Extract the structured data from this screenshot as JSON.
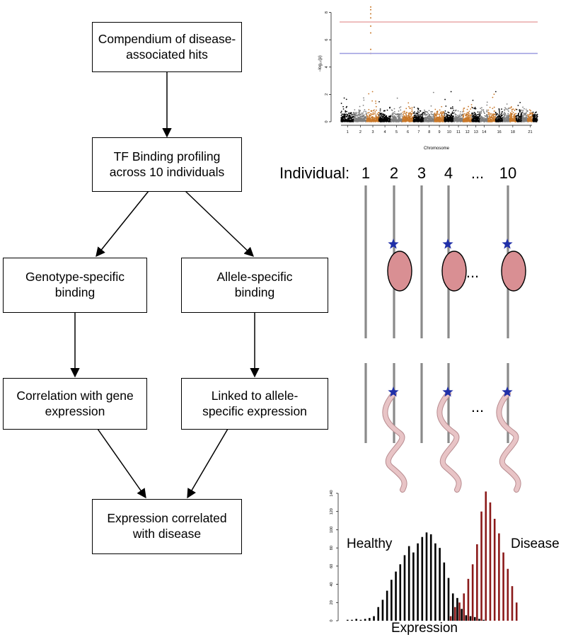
{
  "flowchart": {
    "nodes": [
      {
        "id": "hits",
        "label": "Compendium of disease-\nassociated hits"
      },
      {
        "id": "tf",
        "label": "TF Binding profiling\nacross 10 individuals"
      },
      {
        "id": "genotype",
        "label": "Genotype-specific\nbinding"
      },
      {
        "id": "allele",
        "label": "Allele-specific\nbinding"
      },
      {
        "id": "corr",
        "label": "Correlation with gene\nexpression"
      },
      {
        "id": "linked",
        "label": "Linked to allele-\nspecific expression"
      },
      {
        "id": "outcome",
        "label": "Expression correlated\nwith disease"
      }
    ],
    "edges": [
      [
        "hits",
        "tf"
      ],
      [
        "tf",
        "genotype"
      ],
      [
        "tf",
        "allele"
      ],
      [
        "genotype",
        "corr"
      ],
      [
        "allele",
        "linked"
      ],
      [
        "corr",
        "outcome"
      ],
      [
        "linked",
        "outcome"
      ]
    ]
  },
  "manhattan": {
    "xlabel": "Chromosome",
    "ylabel": "−log₁₀(p)",
    "y_ticks": [
      "0",
      "2",
      "4",
      "6",
      "8"
    ],
    "ylim": [
      0,
      8.6
    ],
    "chromosome_labels": [
      "1",
      "2",
      "3",
      "4",
      "5",
      "6",
      "7",
      "8",
      "9",
      "10",
      "11",
      "12",
      "13",
      "14",
      "16",
      "18",
      "21"
    ],
    "chromosome_count": 22,
    "colors": [
      "#000000",
      "#7f7f7f",
      "#c8782a"
    ],
    "threshold_lines": [
      {
        "value": 7.3,
        "color": "#e8a0a0"
      },
      {
        "value": 5.0,
        "color": "#9b9be0"
      }
    ],
    "hit_chromosome": 3
  },
  "individuals": {
    "label": "Individual:",
    "ids": [
      "1",
      "2",
      "3",
      "4",
      "...",
      "10"
    ],
    "ellipsis": "...",
    "bound_ids": [
      "2",
      "4",
      "10"
    ],
    "star_color": "#1f2fa8",
    "binding_color": "#d98f93",
    "chromosome_line_color": "#8a8a8a",
    "rna_color": "#e8c4c6"
  },
  "chart_data": {
    "type": "bar",
    "xlabel": "Expression",
    "ylabel": "",
    "ylim": [
      0,
      140
    ],
    "y_ticks": [
      0,
      20,
      40,
      60,
      80,
      100,
      120,
      140
    ],
    "x": [
      1,
      2,
      3,
      4,
      5,
      6,
      7,
      8,
      9,
      10,
      11,
      12,
      13,
      14,
      15,
      16,
      17,
      18,
      19,
      20,
      21,
      22,
      23,
      24,
      25,
      26,
      27,
      28,
      29,
      30,
      31,
      32,
      33,
      34,
      35,
      36,
      37,
      38,
      39
    ],
    "series": [
      {
        "name": "Healthy",
        "color": "#000000",
        "values": [
          1,
          1,
          2,
          1,
          2,
          3,
          5,
          15,
          23,
          33,
          45,
          54,
          62,
          72,
          82,
          75,
          85,
          92,
          97,
          95,
          85,
          80,
          64,
          47,
          30,
          25,
          13,
          6,
          5,
          4,
          2,
          1,
          0,
          0,
          0,
          0,
          0,
          0,
          0
        ]
      },
      {
        "name": "Disease",
        "color": "#8b1a1a",
        "values": [
          0,
          0,
          0,
          0,
          0,
          0,
          0,
          0,
          0,
          0,
          0,
          0,
          0,
          0,
          0,
          0,
          0,
          0,
          0,
          0,
          0,
          0,
          0,
          5,
          15,
          20,
          30,
          46,
          62,
          84,
          120,
          142,
          130,
          112,
          96,
          75,
          57,
          38,
          20
        ]
      }
    ]
  }
}
